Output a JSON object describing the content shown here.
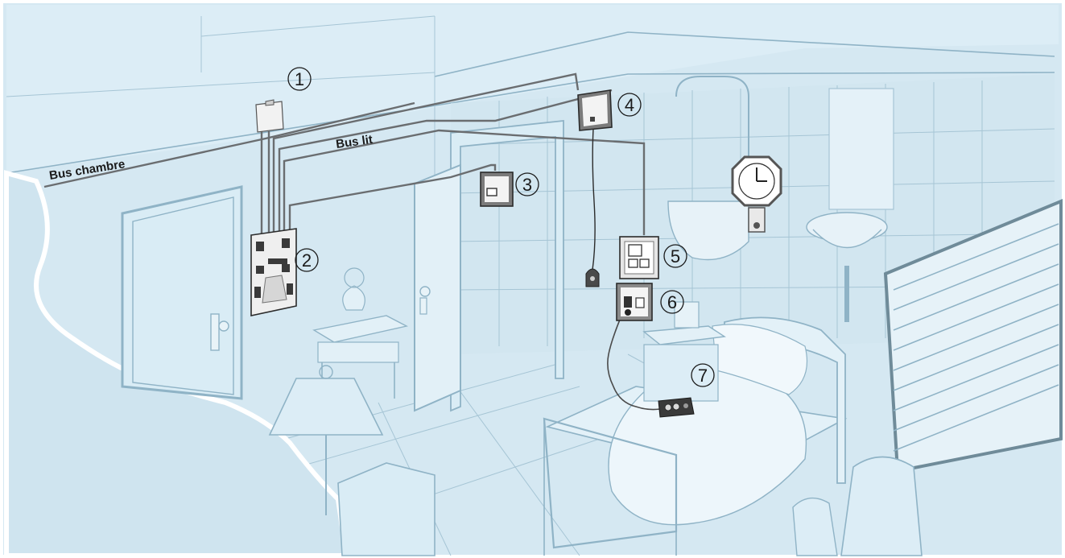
{
  "labels": {
    "bus_room": "Bus chambre",
    "bus_bed": "Bus lit"
  },
  "callouts": [
    "1",
    "2",
    "3",
    "4",
    "5",
    "6",
    "7"
  ],
  "colors": {
    "background": "#d5e8f2",
    "room_lines": "#8fb3c6",
    "wire": "#6a6d70",
    "device_dark": "#2b2b2b"
  }
}
